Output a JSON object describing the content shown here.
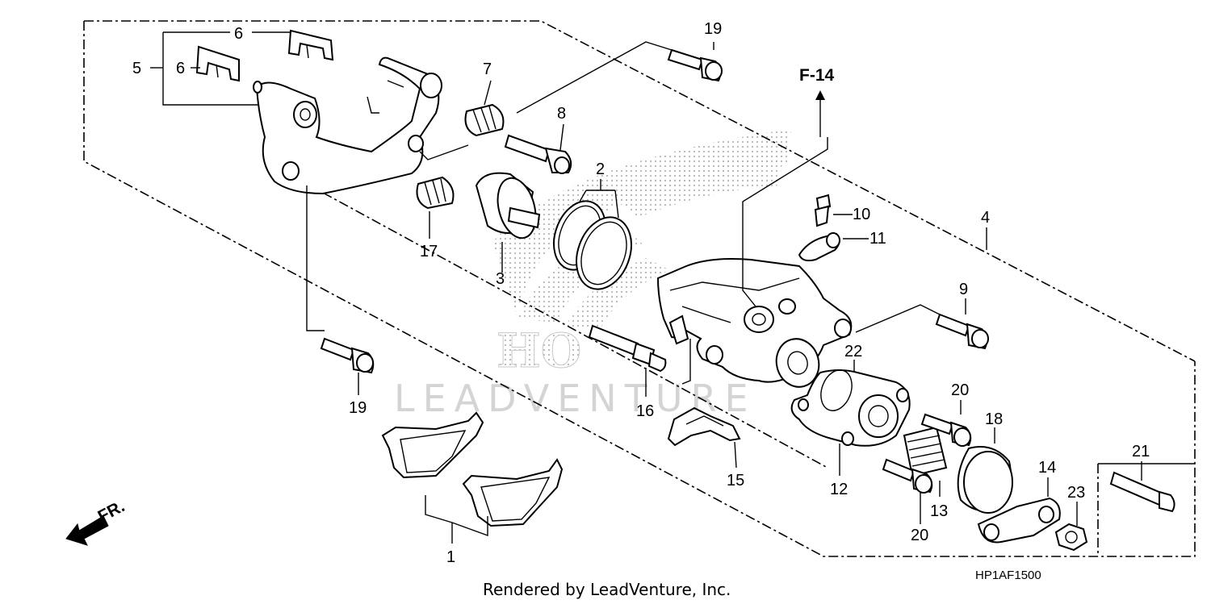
{
  "diagram_code": "HP1AF1500",
  "footer_text": "Rendered by LeadVenture, Inc.",
  "watermark_text": "LEADVENTURE",
  "reference_label": "F-14",
  "front_label": "FR.",
  "callouts": [
    {
      "id": "1",
      "text": "1"
    },
    {
      "id": "2",
      "text": "2"
    },
    {
      "id": "3",
      "text": "3"
    },
    {
      "id": "4",
      "text": "4"
    },
    {
      "id": "5",
      "text": "5"
    },
    {
      "id": "6a",
      "text": "6"
    },
    {
      "id": "6b",
      "text": "6"
    },
    {
      "id": "7",
      "text": "7"
    },
    {
      "id": "8",
      "text": "8"
    },
    {
      "id": "9",
      "text": "9"
    },
    {
      "id": "10",
      "text": "10"
    },
    {
      "id": "11",
      "text": "11"
    },
    {
      "id": "12",
      "text": "12"
    },
    {
      "id": "13",
      "text": "13"
    },
    {
      "id": "14",
      "text": "14"
    },
    {
      "id": "15",
      "text": "15"
    },
    {
      "id": "16",
      "text": "16"
    },
    {
      "id": "17",
      "text": "17"
    },
    {
      "id": "18",
      "text": "18"
    },
    {
      "id": "19a",
      "text": "19"
    },
    {
      "id": "19b",
      "text": "19"
    },
    {
      "id": "20a",
      "text": "20"
    },
    {
      "id": "20b",
      "text": "20"
    },
    {
      "id": "21",
      "text": "21"
    },
    {
      "id": "22",
      "text": "22"
    },
    {
      "id": "23",
      "text": "23"
    }
  ]
}
